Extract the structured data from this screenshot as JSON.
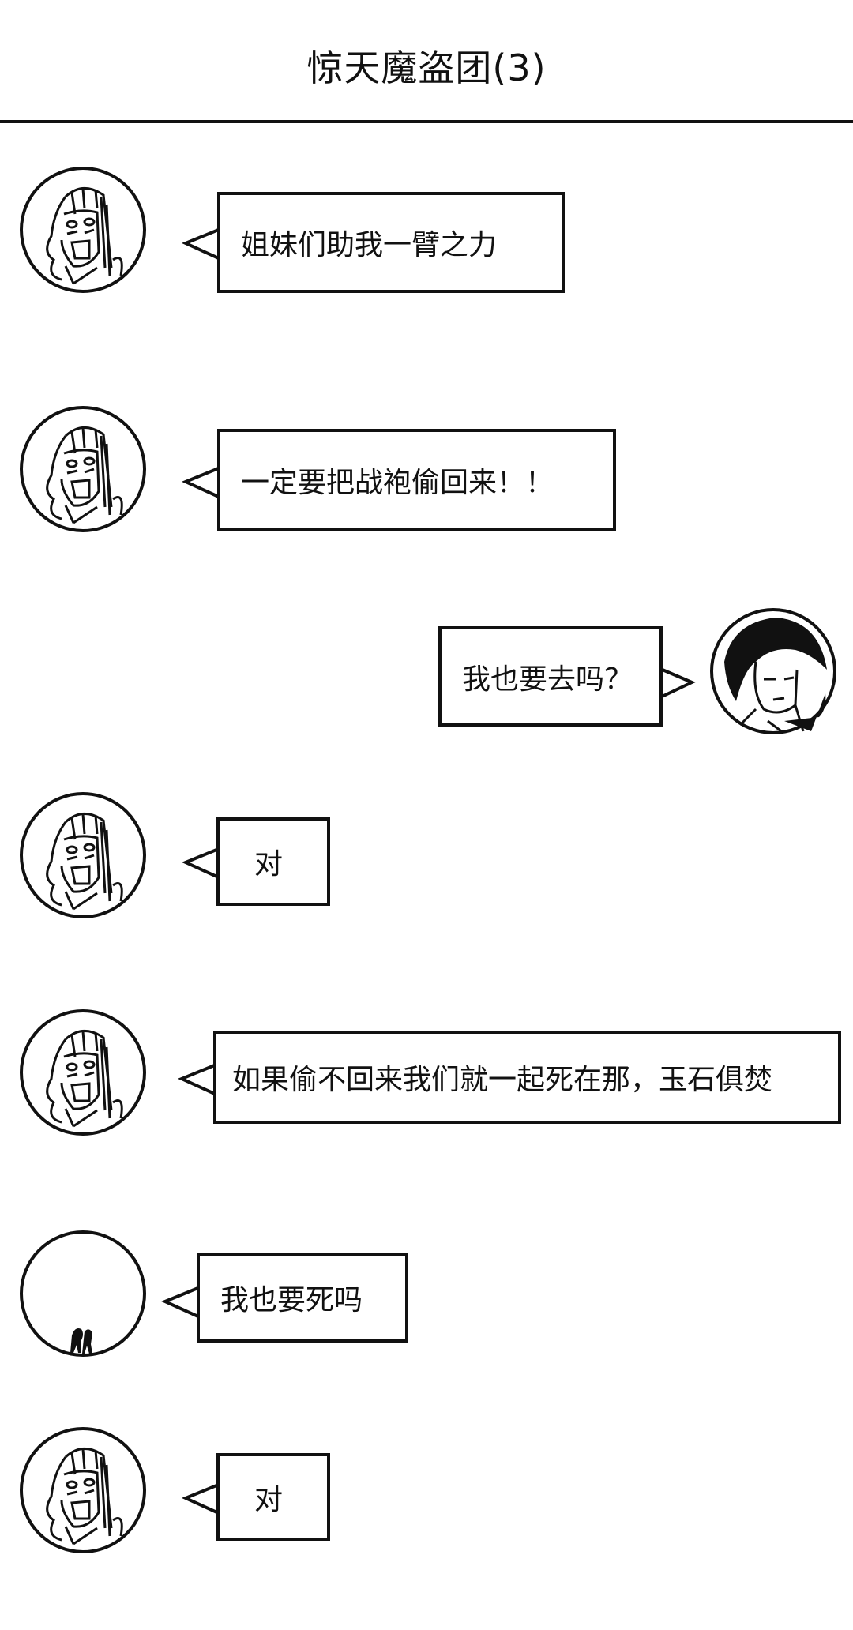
{
  "header": {
    "title": "惊天魔盗团(3)"
  },
  "messages": [
    {
      "side": "left",
      "avatar": "girl-avatar",
      "text": "姐妹们助我一臂之力"
    },
    {
      "side": "left",
      "avatar": "girl-avatar",
      "text": "一定要把战袍偷回来！！"
    },
    {
      "side": "right",
      "avatar": "boy-avatar",
      "text": "我也要去吗？"
    },
    {
      "side": "left",
      "avatar": "girl-avatar",
      "text": "对"
    },
    {
      "side": "left",
      "avatar": "girl-avatar",
      "text": "如果偷不回来我们就一起死在那，玉石俱焚"
    },
    {
      "side": "left",
      "avatar": "tiny-figures-avatar",
      "text": "我也要死吗"
    },
    {
      "side": "left",
      "avatar": "girl-avatar",
      "text": "对"
    }
  ]
}
